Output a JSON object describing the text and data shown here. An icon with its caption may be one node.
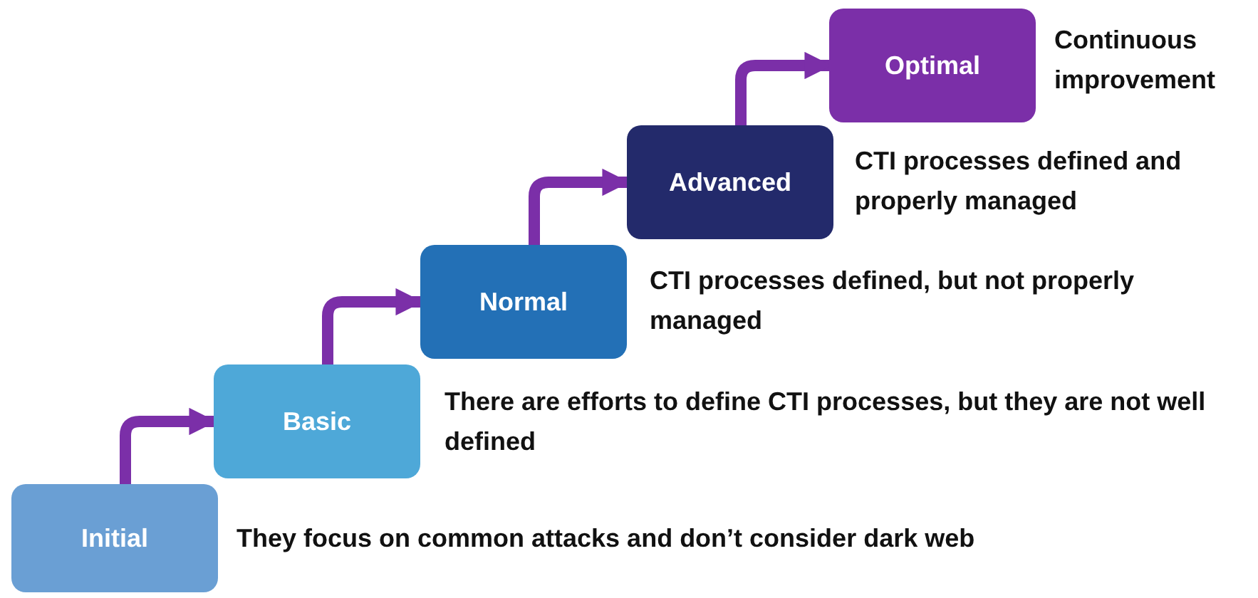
{
  "diagram": {
    "nodes": [
      {
        "text": [
          "Initial"
        ],
        "beside": [
          "They focus on common attacks and don’t consider dark web"
        ]
      },
      {
        "text": [
          "Basic"
        ],
        "beside": [
          "There are efforts to define CTI processes, but they are not well defined"
        ]
      },
      {
        "text": [
          "Normal"
        ],
        "beside": [
          "CTI processes defined, but not properly managed"
        ]
      },
      {
        "text": [
          "Advanced"
        ],
        "beside": [
          "CTI processes defined and properly managed"
        ]
      },
      {
        "text": [
          "Optimal"
        ],
        "beside": [
          "Continuous improvement"
        ]
      }
    ],
    "edges": [
      {
        "from": 0,
        "to": 1,
        "arrow": "to"
      },
      {
        "from": 1,
        "to": 2,
        "arrow": "to"
      },
      {
        "from": 2,
        "to": 3,
        "arrow": "to"
      },
      {
        "from": 3,
        "to": 4,
        "arrow": "to"
      }
    ]
  }
}
